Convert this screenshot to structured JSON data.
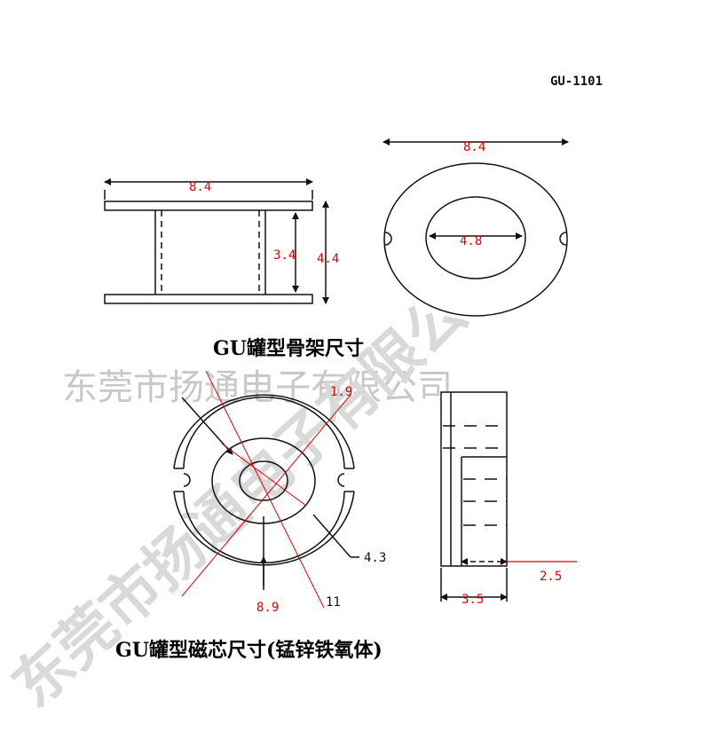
{
  "part_code": "GU-1101",
  "bobbin": {
    "width": "8.4",
    "inner_height": "3.4",
    "outer_height": "4.4",
    "caption": "GU罐型骨架尺寸"
  },
  "bobbin_top": {
    "outer": "8.4",
    "inner": "4.8"
  },
  "core": {
    "dim_1_9": "1.9",
    "dim_4_3": "4.3",
    "dim_11": "11",
    "dim_8_9": "8.9",
    "dim_2_5": "2.5",
    "dim_3_5": "3.5",
    "caption": "GU罐型磁芯尺寸(锰锌铁氧体)"
  },
  "watermark": {
    "line": "东莞市扬通电子有限公司",
    "diagonal": "东莞市扬通电子有限公司"
  },
  "colors": {
    "dimension": "#e00000",
    "line": "#111111",
    "watermark": "#cccccc"
  }
}
